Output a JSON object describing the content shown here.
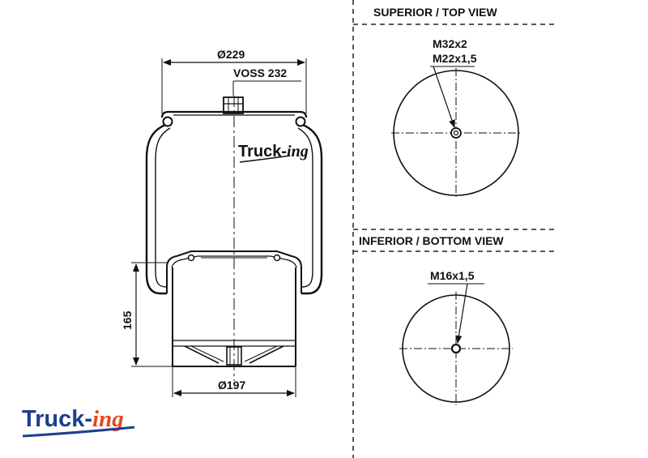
{
  "main_view": {
    "top_diameter": "Ø229",
    "connector": "VOSS 232",
    "height": "165",
    "bottom_diameter": "Ø197"
  },
  "top_view": {
    "heading": "SUPERIOR / TOP VIEW",
    "thread_1": "M32x2",
    "thread_2": "M22x1,5"
  },
  "bottom_view": {
    "heading": "INFERIOR / BOTTOM VIEW",
    "thread": "M16x1,5"
  },
  "brand": {
    "name_part_1": "Truck-",
    "name_part_2": "ing",
    "primary_color": "#1d3f8f",
    "accent_color": "#e8471f"
  }
}
